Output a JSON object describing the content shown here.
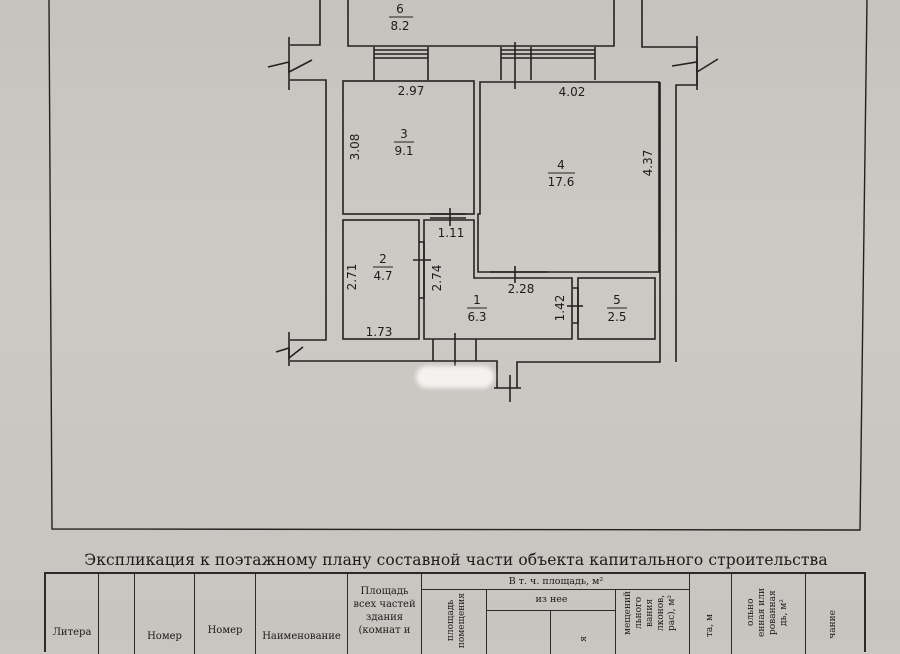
{
  "floor_plan": {
    "rooms": [
      {
        "number": "1",
        "area": "6.3"
      },
      {
        "number": "2",
        "area": "4.7"
      },
      {
        "number": "3",
        "area": "9.1"
      },
      {
        "number": "4",
        "area": "17.6"
      },
      {
        "number": "5",
        "area": "2.5"
      },
      {
        "number": "6",
        "area": "8.2"
      }
    ],
    "dimensions": {
      "room3_top": "2.97",
      "room3_left": "3.08",
      "room4_top": "4.02",
      "room4_right": "4.37",
      "room2_left": "2.71",
      "room2_bottom": "1.73",
      "room1_top": "1.11",
      "room1_left": "2.74",
      "room1_top_right": "2.28",
      "room1_right": "1.42"
    }
  },
  "explication": {
    "title": "Экспликация к поэтажному плану составной части объекта капитального строительства",
    "columns": {
      "litera": "Литера",
      "blank": "",
      "nomer1": "Номер",
      "nomer2": "Номер",
      "naimenovanie": "Наименование",
      "ploshad_vseh": "Площадь\nвсех частей\nздания\n(комнат и",
      "v_t_ch": "В т. ч. площадь, м²",
      "iz_nee": "из нее",
      "ploshad_pomesheniya": "площадь\nпомещения",
      "col_a": "",
      "col_b": "я",
      "vspomog": "мещений\nльного\nвания\nлконов,\nрас), м²",
      "vysota": "та, м",
      "samovolno": "ольно\nенная или\nрованная\nдь, м²",
      "primechanie": "чание"
    }
  }
}
